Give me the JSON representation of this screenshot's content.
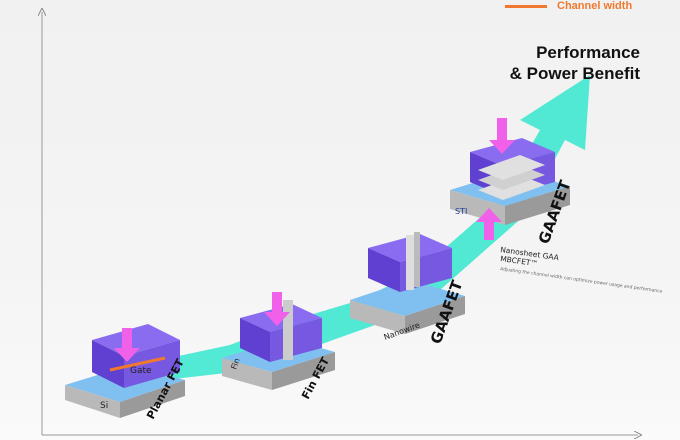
{
  "legend": {
    "label": "Channel width",
    "color": "#f0792f"
  },
  "title": {
    "line1": "Performance",
    "line2": "& Power Benefit"
  },
  "arrow_color": "#3fe8cf",
  "stages": [
    {
      "name": "Planar FET",
      "parts": {
        "gate": "Gate",
        "substrate": "Si"
      }
    },
    {
      "name": "Fin FET",
      "parts": {
        "fin": "Fin"
      }
    },
    {
      "name": "GAAFET",
      "sub": "Nanowire"
    },
    {
      "name": "GAAFET",
      "sub": "Nanosheet GAA",
      "sub2": "MBCFET™",
      "parts": {
        "sti": "STI"
      },
      "note": "Adjusting the channel width can optimize power usage and performance"
    }
  ]
}
